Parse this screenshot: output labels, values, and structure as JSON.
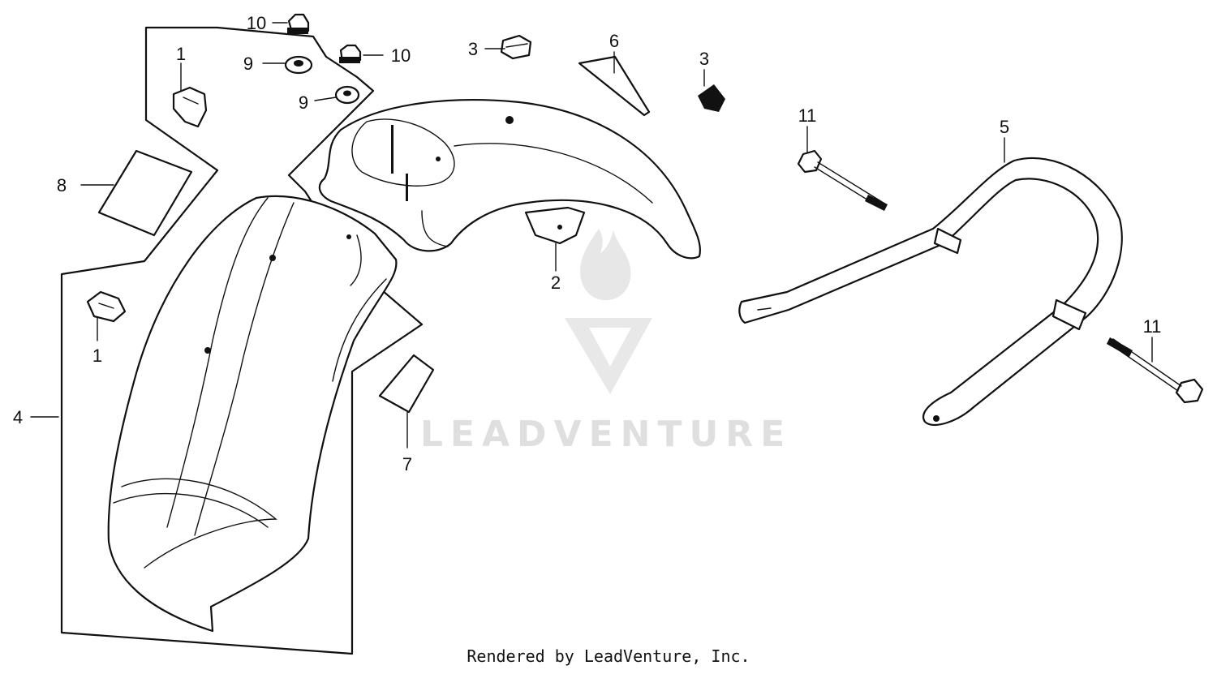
{
  "callouts": {
    "c1a": "1",
    "c1b": "1",
    "c2": "2",
    "c3a": "3",
    "c3b": "3",
    "c4": "4",
    "c5": "5",
    "c6": "6",
    "c7": "7",
    "c8": "8",
    "c9a": "9",
    "c9b": "9",
    "c10a": "10",
    "c10b": "10",
    "c11a": "11",
    "c11b": "11"
  },
  "watermark": {
    "brand": "LEADVENTURE"
  },
  "footer": {
    "credit": "Rendered by LeadVenture, Inc."
  }
}
